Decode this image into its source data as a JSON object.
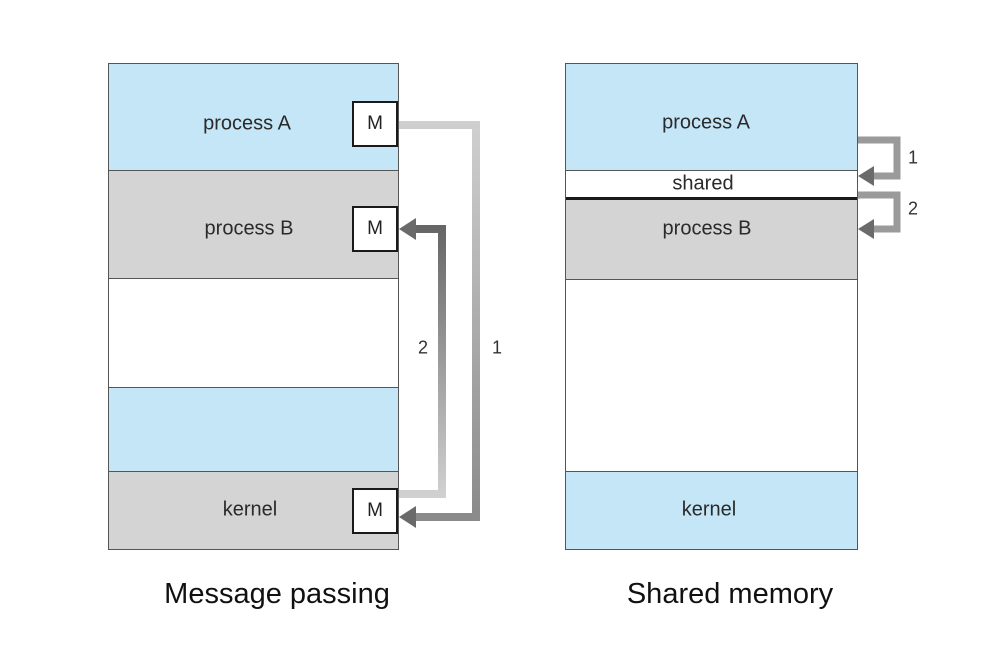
{
  "message_passing": {
    "caption": "Message passing",
    "process_a": "process A",
    "process_b": "process B",
    "kernel": "kernel",
    "message_label": "M",
    "arrow_1": "1",
    "arrow_2": "2"
  },
  "shared_memory": {
    "caption": "Shared memory",
    "process_a": "process A",
    "shared": "shared",
    "process_b": "process B",
    "kernel": "kernel",
    "arrow_1": "1",
    "arrow_2": "2"
  },
  "colors": {
    "process_fill": "#c5e6f7",
    "gray_fill": "#d4d4d4",
    "arrow_light": "#bdbdbd",
    "arrow_dark": "#6a6a6a"
  }
}
